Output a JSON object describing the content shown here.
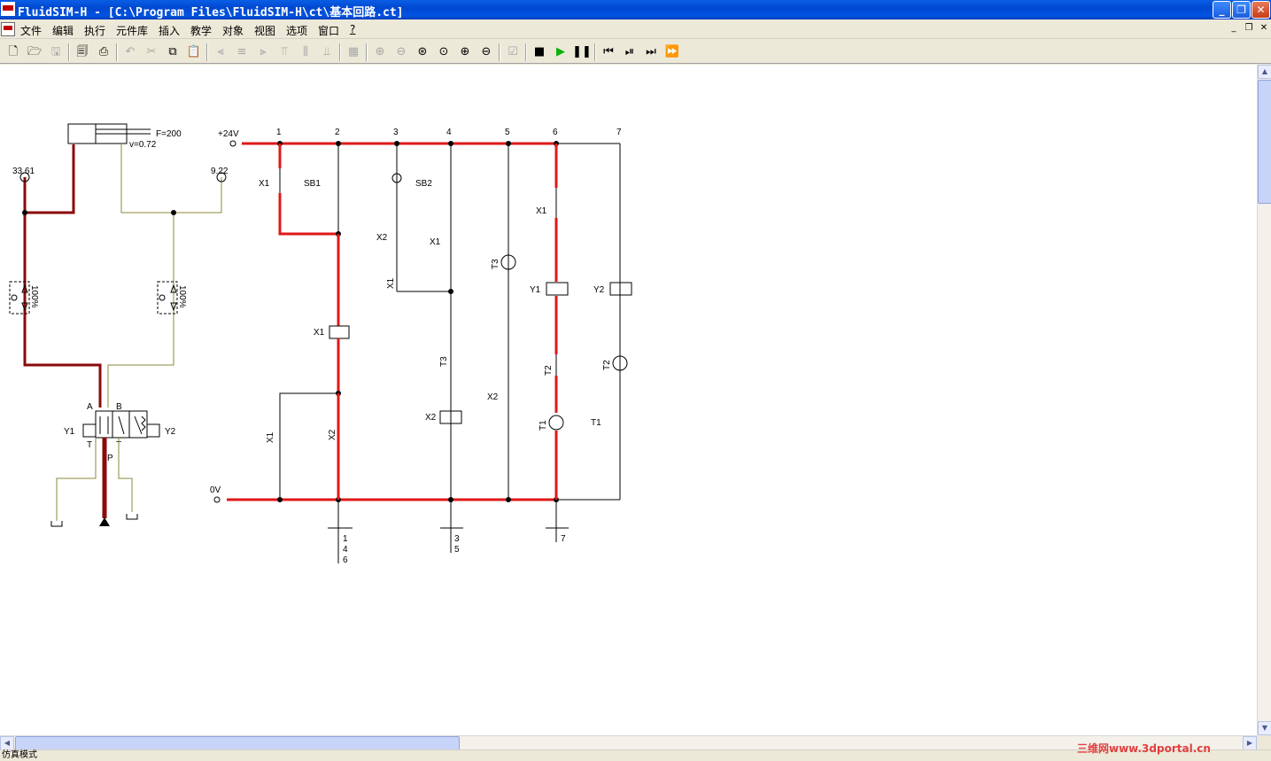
{
  "window": {
    "title": "FluidSIM-H - [C:\\Program Files\\FluidSIM-H\\ct\\基本回路.ct]",
    "minimize": "_",
    "restore": "❐",
    "close": "✕"
  },
  "menu": {
    "items": [
      "文件",
      "编辑",
      "执行",
      "元件库",
      "插入",
      "教学",
      "对象",
      "视图",
      "选项",
      "窗口",
      "?"
    ],
    "mdi_min": "_",
    "mdi_restore": "❐",
    "mdi_close": "✕"
  },
  "toolbar": {
    "icons": [
      "new-icon",
      "open-icon",
      "save-icon",
      "print-preview-icon",
      "print-icon",
      "undo-icon",
      "cut-icon",
      "copy-icon",
      "paste-icon",
      "align-left-icon",
      "align-center-icon",
      "align-right-icon",
      "align-top-icon",
      "align-middle-icon",
      "align-bottom-icon",
      "grid-icon",
      "zoom-actual-icon",
      "zoom-previous-icon",
      "zoom-fit-icon",
      "zoom-window-icon",
      "zoom-in-icon",
      "zoom-out-icon",
      "check-icon",
      "stop-icon",
      "play-icon",
      "pause-icon",
      "rewind-icon",
      "step-icon",
      "step-end-icon",
      "fast-forward-icon"
    ]
  },
  "hydraulic": {
    "cylinder_force": "F=200",
    "cylinder_velocity": "v=0.72",
    "gauge_left": "33.61",
    "gauge_right": "9.22",
    "throttle_left": "100%",
    "throttle_right": "100%",
    "valve_port_a": "A",
    "valve_port_b": "B",
    "valve_port_t1": "T",
    "valve_port_t2": "T",
    "valve_port_p": "P",
    "valve_sol_left": "Y1",
    "valve_sol_right": "Y2"
  },
  "electrical": {
    "supply_plus": "+24V",
    "supply_zero": "0V",
    "rungs": [
      "1",
      "2",
      "3",
      "4",
      "5",
      "6",
      "7"
    ],
    "labels": {
      "x1_r1": "X1",
      "sb1": "SB1",
      "sb2": "SB2",
      "x2_r3": "X2",
      "x1_r4": "X1",
      "x1_r3b": "X1",
      "t3_coil": "T3",
      "x1_coil": "X1",
      "t3_contact": "T3",
      "x2_coil": "X2",
      "x2_r5": "X2",
      "x1_r1b": "X1",
      "x2_r2b": "X2",
      "x1_r6": "X1",
      "y1": "Y1",
      "y2": "Y2",
      "t2_contact": "T2",
      "t2_coil": "T2",
      "t1_coil": "T1",
      "t1_contact": "T1"
    },
    "contact_table": [
      {
        "group": "X1",
        "rows": [
          "1",
          "4",
          "6"
        ]
      },
      {
        "group": "X2",
        "rows": [
          "3",
          "5"
        ]
      },
      {
        "group": "T1",
        "rows": [
          "7"
        ]
      }
    ]
  },
  "status": {
    "text": "仿真模式"
  },
  "watermark": "三维网www.3dportal.cn"
}
